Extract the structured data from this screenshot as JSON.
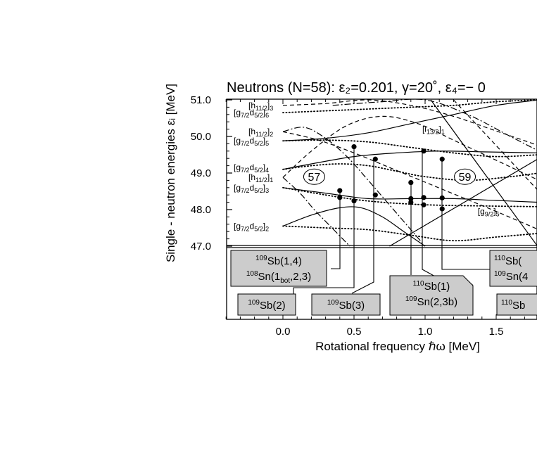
{
  "chart_data": {
    "type": "line",
    "title": "Neutrons (N=58): ε₂=0.201, γ=20˚, ε₄=− 0",
    "xlabel": "Rotational frequency ℏω [MeV]",
    "ylabel": "Single - neutron energies εᵢ [MeV]",
    "xlim": [
      -0.4,
      1.8
    ],
    "ylim": [
      47.0,
      51.0
    ],
    "x_ticks": [
      "0.0",
      "0.5",
      "1.0",
      "1.5"
    ],
    "x_tick_values": [
      0.0,
      0.5,
      1.0,
      1.5
    ],
    "y_ticks": [
      "51.0",
      "50.0",
      "49.0",
      "48.0",
      "47.0"
    ],
    "y_tick_values": [
      51.0,
      50.0,
      49.0,
      48.0,
      47.0
    ],
    "grid": false,
    "level_labels": [
      {
        "base": "[h",
        "sub": "11/2",
        "end": "]",
        "idx": "3",
        "y": 50.85
      },
      {
        "base": "[g",
        "sub": "7/2",
        "mid": "d",
        "sub2": "5/2",
        "end": "]",
        "idx": "6",
        "y": 50.65
      },
      {
        "base": "[h",
        "sub": "11/2",
        "end": "]",
        "idx": "2",
        "y": 50.13
      },
      {
        "base": "[g",
        "sub": "7/2",
        "mid": "d",
        "sub2": "5/2",
        "end": "]",
        "idx": "5",
        "y": 49.88
      },
      {
        "base": "[g",
        "sub": "7/2",
        "mid": "d",
        "sub2": "5/2",
        "end": "]",
        "idx": "4",
        "y": 49.15
      },
      {
        "base": "[h",
        "sub": "11/2",
        "end": "]",
        "idx": "1",
        "y": 48.88
      },
      {
        "base": "[g",
        "sub": "7/2",
        "mid": "d",
        "sub2": "5/2",
        "end": "]",
        "idx": "3",
        "y": 48.6
      },
      {
        "base": "[g",
        "sub": "7/2",
        "mid": "d",
        "sub2": "5/2",
        "end": "]",
        "idx": "2",
        "y": 47.55
      }
    ],
    "inner_labels": [
      {
        "base": "[i",
        "sub": "13/2",
        "end": "]",
        "idx": "1",
        "x": 0.98,
        "y": 50.2
      },
      {
        "base": "[g",
        "sub": "9/2",
        "end": "]",
        "idx": "5",
        "x": 1.37,
        "y": 47.95
      }
    ],
    "gap_labels": [
      {
        "text": "57",
        "x": 0.22,
        "y": 48.9
      },
      {
        "text": "59",
        "x": 1.28,
        "y": 48.9
      }
    ],
    "series": [
      {
        "style": "solid",
        "x": [
          0.0,
          0.2,
          0.5,
          0.8,
          1.1,
          1.4,
          1.8
        ],
        "y": [
          49.1,
          49.25,
          49.45,
          49.55,
          49.6,
          49.58,
          49.55
        ]
      },
      {
        "style": "dotted",
        "x": [
          0.0,
          0.2,
          0.4,
          0.6,
          0.8,
          1.0,
          1.3,
          1.6,
          1.8
        ],
        "y": [
          49.1,
          49.2,
          49.25,
          49.2,
          49.05,
          48.9,
          48.8,
          48.9,
          49.0
        ]
      },
      {
        "style": "solid",
        "x": [
          0.0,
          0.3,
          0.6,
          0.9,
          1.2,
          1.5,
          1.8
        ],
        "y": [
          48.6,
          48.45,
          48.3,
          48.3,
          48.3,
          48.25,
          48.2
        ]
      },
      {
        "style": "dotted",
        "x": [
          0.0,
          0.3,
          0.5,
          0.7,
          0.9,
          1.1,
          1.4,
          1.8
        ],
        "y": [
          48.6,
          48.4,
          48.28,
          48.2,
          48.15,
          48.12,
          48.1,
          48.08
        ]
      },
      {
        "style": "solid",
        "x": [
          0.0,
          0.2,
          0.4,
          0.55,
          0.7,
          0.85,
          1.0
        ],
        "y": [
          47.55,
          47.85,
          48.05,
          48.05,
          47.8,
          47.4,
          47.0
        ]
      },
      {
        "style": "dotted",
        "x": [
          0.0,
          0.3,
          0.6,
          0.9,
          1.2,
          1.5,
          1.8
        ],
        "y": [
          47.55,
          47.5,
          47.45,
          47.3,
          47.15,
          47.25,
          47.35
        ]
      },
      {
        "style": "solid",
        "x": [
          0.0,
          0.3,
          0.6,
          0.9,
          1.2,
          1.5,
          1.8
        ],
        "y": [
          49.88,
          49.95,
          50.1,
          50.35,
          50.6,
          50.85,
          51.0
        ]
      },
      {
        "style": "dotted",
        "x": [
          0.0,
          0.3,
          0.6,
          0.9,
          1.2,
          1.5,
          1.8
        ],
        "y": [
          49.88,
          49.9,
          49.85,
          49.7,
          49.55,
          49.45,
          49.5
        ]
      },
      {
        "style": "dotted",
        "x": [
          0.0,
          0.3,
          0.6,
          0.9,
          1.2,
          1.5,
          1.8
        ],
        "y": [
          50.65,
          50.7,
          50.75,
          50.8,
          50.85,
          50.95,
          51.0
        ]
      },
      {
        "style": "dashed",
        "x": [
          0.0,
          0.25,
          0.5,
          0.75,
          1.0,
          1.25,
          1.5,
          1.8
        ],
        "y": [
          50.13,
          49.9,
          49.55,
          49.15,
          48.75,
          48.35,
          47.95,
          47.45
        ]
      },
      {
        "style": "dashed",
        "x": [
          0.0,
          0.2,
          0.45,
          0.7,
          0.95,
          1.2,
          1.5,
          1.8
        ],
        "y": [
          48.88,
          49.6,
          50.3,
          50.55,
          50.35,
          49.9,
          49.35,
          48.8
        ]
      },
      {
        "style": "dashed",
        "x": [
          0.0,
          0.3,
          0.6,
          0.9,
          1.2,
          1.5,
          1.8
        ],
        "y": [
          50.85,
          50.9,
          51.0,
          50.85,
          50.55,
          50.15,
          49.75
        ]
      },
      {
        "style": "dashdot",
        "x": [
          0.0,
          0.15,
          0.3,
          0.45,
          0.6,
          0.8,
          1.0
        ],
        "y": [
          50.13,
          50.25,
          49.95,
          49.45,
          48.8,
          47.9,
          47.0
        ]
      },
      {
        "style": "dashdot",
        "x": [
          0.0,
          0.12,
          0.22,
          0.32,
          0.42,
          0.47
        ],
        "y": [
          48.88,
          48.45,
          48.0,
          47.6,
          47.2,
          47.0
        ]
      },
      {
        "style": "dashdot",
        "x": [
          0.35,
          0.7,
          1.0,
          1.3,
          1.6,
          1.8
        ],
        "y": [
          50.85,
          50.95,
          51.0,
          50.6,
          50.0,
          49.6
        ]
      },
      {
        "style": "solid",
        "x": [
          1.04,
          1.8
        ],
        "y": [
          51.0,
          46.95
        ]
      },
      {
        "style": "solid",
        "x": [
          0.75,
          1.8
        ],
        "y": [
          47.0,
          49.4
        ]
      },
      {
        "style": "dashed",
        "x": [
          1.2,
          1.8
        ],
        "y": [
          51.0,
          48.5
        ]
      }
    ],
    "configuration_points": [
      {
        "x": 0.4,
        "y": 48.52
      },
      {
        "x": 0.4,
        "y": 48.33
      },
      {
        "x": 0.5,
        "y": 49.72
      },
      {
        "x": 0.5,
        "y": 48.24
      },
      {
        "x": 0.65,
        "y": 49.38
      },
      {
        "x": 0.65,
        "y": 48.4
      },
      {
        "x": 0.9,
        "y": 48.74
      },
      {
        "x": 0.9,
        "y": 48.3
      },
      {
        "x": 0.9,
        "y": 48.2
      },
      {
        "x": 0.99,
        "y": 49.6
      },
      {
        "x": 0.99,
        "y": 48.33
      },
      {
        "x": 0.99,
        "y": 48.13
      },
      {
        "x": 1.12,
        "y": 49.38
      },
      {
        "x": 1.12,
        "y": 48.32
      },
      {
        "x": 1.12,
        "y": 48.02
      }
    ],
    "configuration_boxes": [
      {
        "lines": [
          [
            {
              "sup": "109"
            },
            {
              "t": "Sb(1,4)"
            }
          ],
          [
            {
              "sup": "108"
            },
            {
              "t": "Sn(1"
            },
            {
              "sub": "bot"
            },
            {
              "t": ",2,3)"
            }
          ]
        ]
      },
      {
        "lines": [
          [
            {
              "sup": "109"
            },
            {
              "t": "Sb(2)"
            }
          ]
        ]
      },
      {
        "lines": [
          [
            {
              "sup": "109"
            },
            {
              "t": "Sb(3)"
            }
          ]
        ]
      },
      {
        "lines": [
          [
            {
              "sup": "110"
            },
            {
              "t": "Sb(1)"
            }
          ],
          [
            {
              "sup": "109"
            },
            {
              "t": "Sn(2,3b)"
            }
          ]
        ]
      },
      {
        "lines": [
          [
            {
              "sup": "110"
            },
            {
              "t": "Sb("
            }
          ],
          [
            {
              "sup": "109"
            },
            {
              "t": "Sn(4"
            }
          ]
        ]
      },
      {
        "lines": [
          [
            {
              "sup": "110"
            },
            {
              "t": "Sb"
            }
          ]
        ]
      }
    ]
  }
}
